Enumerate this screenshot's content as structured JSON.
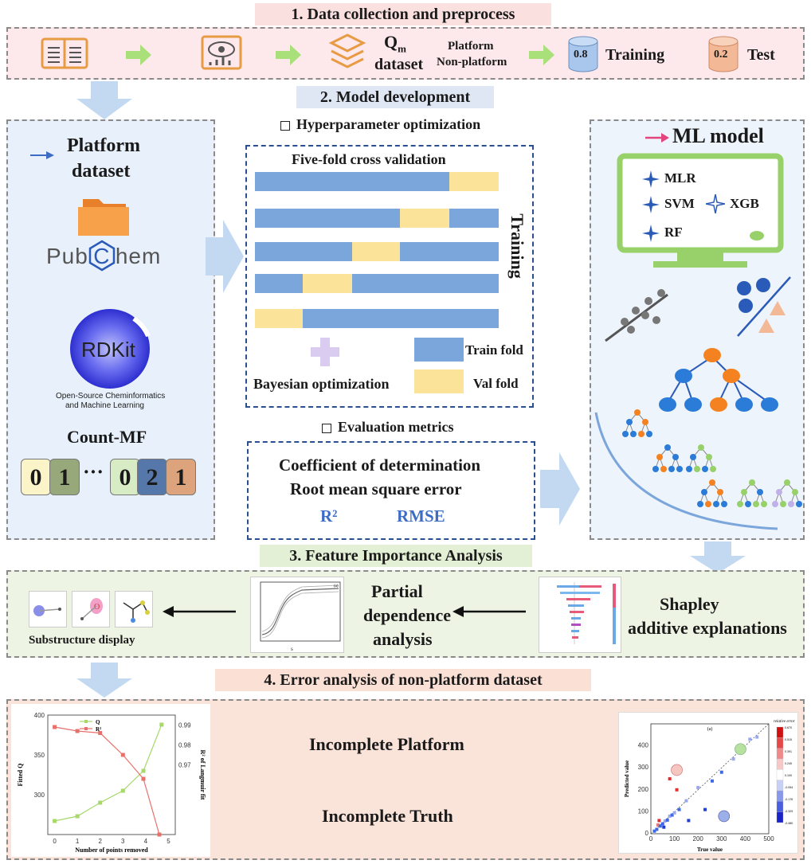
{
  "sections": {
    "s1": "1. Data collection and preprocess",
    "s2": "2. Model development",
    "s3": "3. Feature Importance Analysis",
    "s4": "4.  Error analysis of  non-platform dataset"
  },
  "data_collection": {
    "qm_label": "Q",
    "qm_sub": "m",
    "dataset_label": "dataset",
    "platform": "Platform",
    "non_platform": "Non-platform",
    "train_ratio": "0.8",
    "train_label": "Training",
    "test_ratio": "0.2",
    "test_label": "Test"
  },
  "platform_panel": {
    "title_line1": "Platform",
    "title_line2": "dataset",
    "pubchem_left": "Pub",
    "pubchem_c": "C",
    "pubchem_right": "hem",
    "rdkit": "RDKit",
    "rdkit_sub1": "Open-Source Cheminformatics",
    "rdkit_sub2": "and Machine Learning",
    "count_mf": "Count-MF",
    "bits": [
      "0",
      "1",
      "0",
      "2",
      "1"
    ],
    "ellipsis": "···",
    "bit_colors": [
      "#fbf4c8",
      "#97a97a",
      "#d7ecc4",
      "#5577aa",
      "#dca37c"
    ]
  },
  "hyper": {
    "title": "Hyperparameter optimization",
    "cv_title": "Five-fold cross validation",
    "training_label": "Training",
    "train_fold": "Train fold",
    "val_fold": "Val fold",
    "bayes": "Bayesian optimization"
  },
  "metrics": {
    "title": "Evaluation metrics",
    "line1": "Coefficient of determination",
    "line2": "Root mean square error",
    "r2": "R²",
    "rmse": "RMSE"
  },
  "ml": {
    "title": "ML model",
    "models": [
      "MLR",
      "SVM",
      "XGB",
      "RF"
    ]
  },
  "feature": {
    "substructure": "Substructure display",
    "pda_line1": "Partial",
    "pda_line2": "dependence",
    "pda_line3": "analysis",
    "shap_line1": "Shapley",
    "shap_line2": "additive explanations"
  },
  "error": {
    "incomplete_platform": "Incomplete Platform",
    "incomplete_truth": "Incomplete Truth"
  },
  "chart_data": [
    {
      "type": "line",
      "xlabel": "Number of points removed",
      "ylabel": "Fitted Q",
      "y2label": "R² of Langmuir fit",
      "x": [
        0,
        1,
        2,
        3,
        4,
        5
      ],
      "series": [
        {
          "name": "Q",
          "axis": "left",
          "x": [
            0,
            1,
            2,
            3,
            3.9,
            4.7
          ],
          "values": [
            267,
            273,
            290,
            305,
            330,
            388
          ]
        },
        {
          "name": "R²",
          "axis": "right",
          "x": [
            0,
            1,
            2,
            3,
            3.9,
            4.6
          ],
          "values": [
            0.989,
            0.987,
            0.986,
            0.975,
            0.963,
            0.935
          ]
        }
      ],
      "xlim": [
        -0.3,
        5.3
      ],
      "ylim": [
        250,
        400
      ],
      "yticks": [
        300,
        350,
        400
      ],
      "y2ticks": [
        0.97,
        0.98,
        0.99
      ],
      "legend": "top-left",
      "colors": [
        "#a6d96a",
        "#e8706b"
      ]
    },
    {
      "type": "scatter",
      "title": "(a)",
      "xlabel": "True value",
      "ylabel": "Predicted value",
      "xlim": [
        0,
        500
      ],
      "ylim": [
        0,
        500
      ],
      "xticks": [
        0,
        100,
        200,
        300,
        400,
        500
      ],
      "yticks": [
        0,
        100,
        200,
        300,
        400
      ],
      "legend_title": "relative error",
      "points": [
        [
          15,
          12
        ],
        [
          25,
          20
        ],
        [
          30,
          40
        ],
        [
          40,
          35
        ],
        [
          50,
          45
        ],
        [
          60,
          58
        ],
        [
          70,
          62
        ],
        [
          80,
          80
        ],
        [
          90,
          85
        ],
        [
          100,
          95
        ],
        [
          35,
          60
        ],
        [
          55,
          30
        ],
        [
          120,
          110
        ],
        [
          150,
          150
        ],
        [
          200,
          210
        ],
        [
          260,
          240
        ],
        [
          300,
          280
        ],
        [
          350,
          340
        ],
        [
          420,
          430
        ],
        [
          450,
          440
        ],
        [
          110,
          200
        ],
        [
          80,
          250
        ],
        [
          160,
          60
        ],
        [
          230,
          110
        ]
      ],
      "colorbar_labels": [
        "0.670",
        "0.515",
        "0.391",
        "0.245",
        "0.100",
        "-0.054",
        "-0.176",
        "-0.329",
        "-0.480"
      ]
    }
  ]
}
